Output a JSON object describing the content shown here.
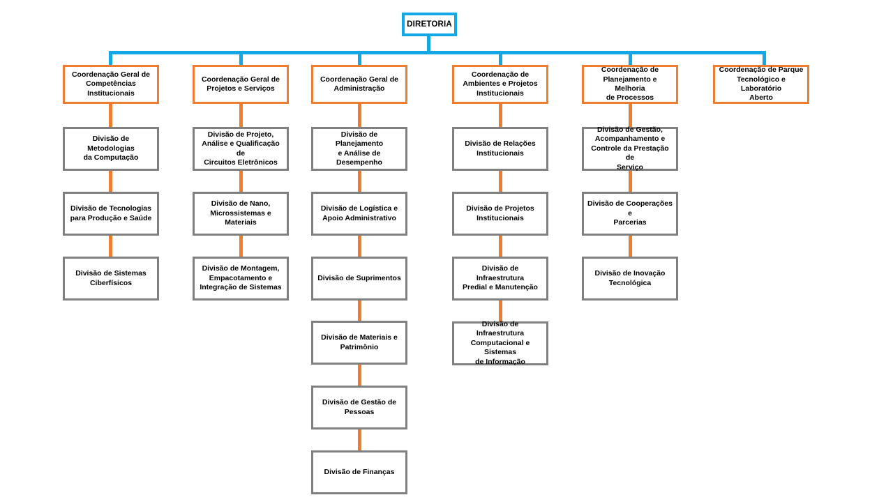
{
  "colors": {
    "root_border": "#13a7e6",
    "coordination_border": "#ed7d31",
    "division_border": "#808080",
    "connector_top": "#13a7e6",
    "connector_branch": "#ed7d31",
    "background": "#ffffff",
    "text": "#000000"
  },
  "root": {
    "label": "DIRETORIA"
  },
  "columns": [
    {
      "coordination": "Coordenação Geral de\nCompetências\nInstitucionais",
      "divisions": [
        "Divisão de Metodologias\nda Computação",
        "Divisão de Tecnologias\npara Produção e Saúde",
        "Divisão de Sistemas\nCiberfísicos"
      ]
    },
    {
      "coordination": "Coordenação Geral de\nProjetos e Serviços",
      "divisions": [
        "Divisão de Projeto,\nAnálise e Qualificação de\nCircuitos Eletrônicos",
        "Divisão de Nano,\nMicrossistemas e\nMateriais",
        "Divisão de Montagem,\nEmpacotamento e\nIntegração de Sistemas"
      ]
    },
    {
      "coordination": "Coordenação Geral de\nAdministração",
      "divisions": [
        "Divisão de Planejamento\ne Análise de Desempenho",
        "Divisão de Logística e\nApoio Administrativo",
        "Divisão de Suprimentos",
        "Divisão de Materiais e\nPatrimônio",
        "Divisão de Gestão de\nPessoas",
        "Divisão de Finanças"
      ]
    },
    {
      "coordination": "Coordenação de\nAmbientes e Projetos\nInstitucionais",
      "divisions": [
        "Divisão de Relações\nInstitucionais",
        "Divisão de Projetos\nInstitucionais",
        "Divisão de Infraestrutura\nPredial e Manutenção",
        "Divisão de Infraestrutura\nComputacional e Sistemas\nde Informação"
      ]
    },
    {
      "coordination": "Coordenação de\nPlanejamento e Melhoria\nde Processos",
      "divisions": [
        "Divisão de Gestão,\nAcompanhamento e\nControle da Prestação de\nServiço",
        "Divisão de Cooperações e\nParcerias",
        "Divisão de Inovação\nTecnológica"
      ]
    },
    {
      "coordination": "Coordenação de Parque\nTecnológico e Laboratório\nAberto",
      "divisions": []
    }
  ]
}
